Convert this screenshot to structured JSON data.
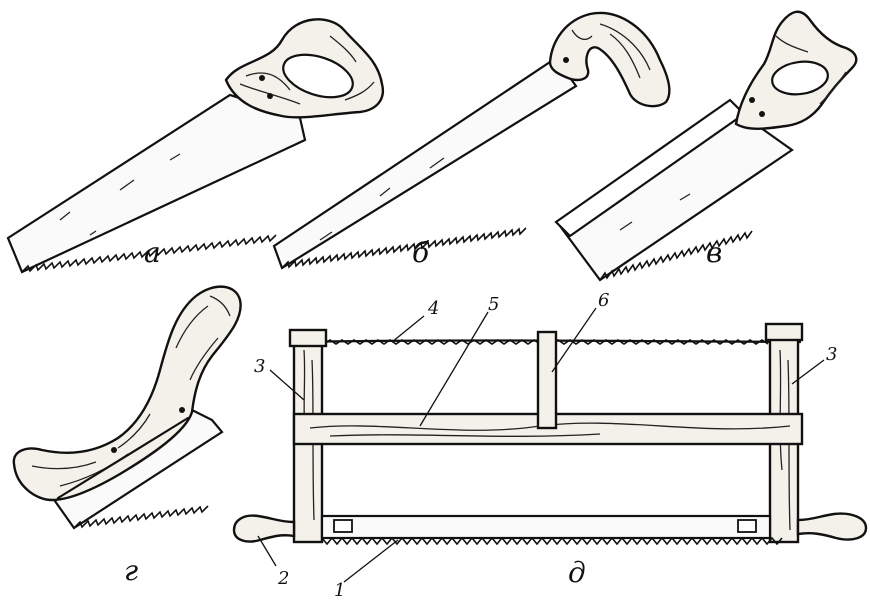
{
  "diagram": {
    "saws": [
      {
        "id": "a",
        "label": "а"
      },
      {
        "id": "b",
        "label": "б"
      },
      {
        "id": "v",
        "label": "в"
      },
      {
        "id": "g",
        "label": "г"
      },
      {
        "id": "d",
        "label": "д"
      }
    ],
    "callouts": [
      "1",
      "2",
      "3",
      "3",
      "4",
      "5",
      "6"
    ]
  }
}
